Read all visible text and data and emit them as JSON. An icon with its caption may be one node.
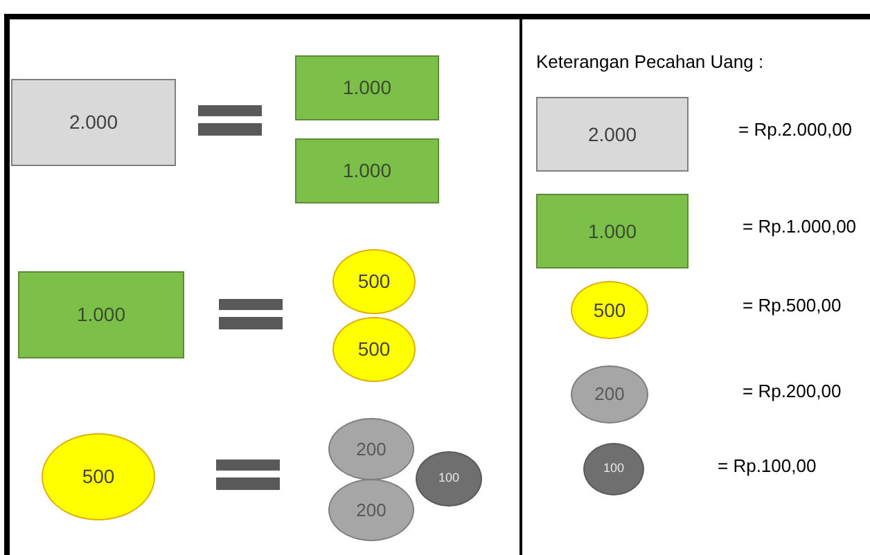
{
  "diagram": {
    "nodes": [
      {
        "text": [
          "2.000"
        ]
      },
      {
        "text": [
          "1.000"
        ]
      },
      {
        "text": [
          "1.000"
        ]
      },
      {
        "text": [
          "1.000"
        ]
      },
      {
        "text": [
          "500"
        ]
      },
      {
        "text": [
          "500"
        ]
      },
      {
        "text": [
          "500"
        ]
      },
      {
        "text": [
          "200"
        ]
      },
      {
        "text": [
          "200"
        ]
      },
      {
        "text": [
          "100"
        ]
      },
      {
        "text": [
          "2.000"
        ]
      },
      {
        "text": [
          "1.000"
        ]
      },
      {
        "text": [
          "500"
        ]
      },
      {
        "text": [
          "200"
        ]
      },
      {
        "text": [
          "100"
        ]
      }
    ],
    "labels": [
      "Keterangan Pecahan Uang :",
      "= Rp.2.000,00",
      "= Rp.1.000,00",
      "= Rp.500,00",
      "= Rp.200,00",
      "= Rp.100,00"
    ]
  }
}
